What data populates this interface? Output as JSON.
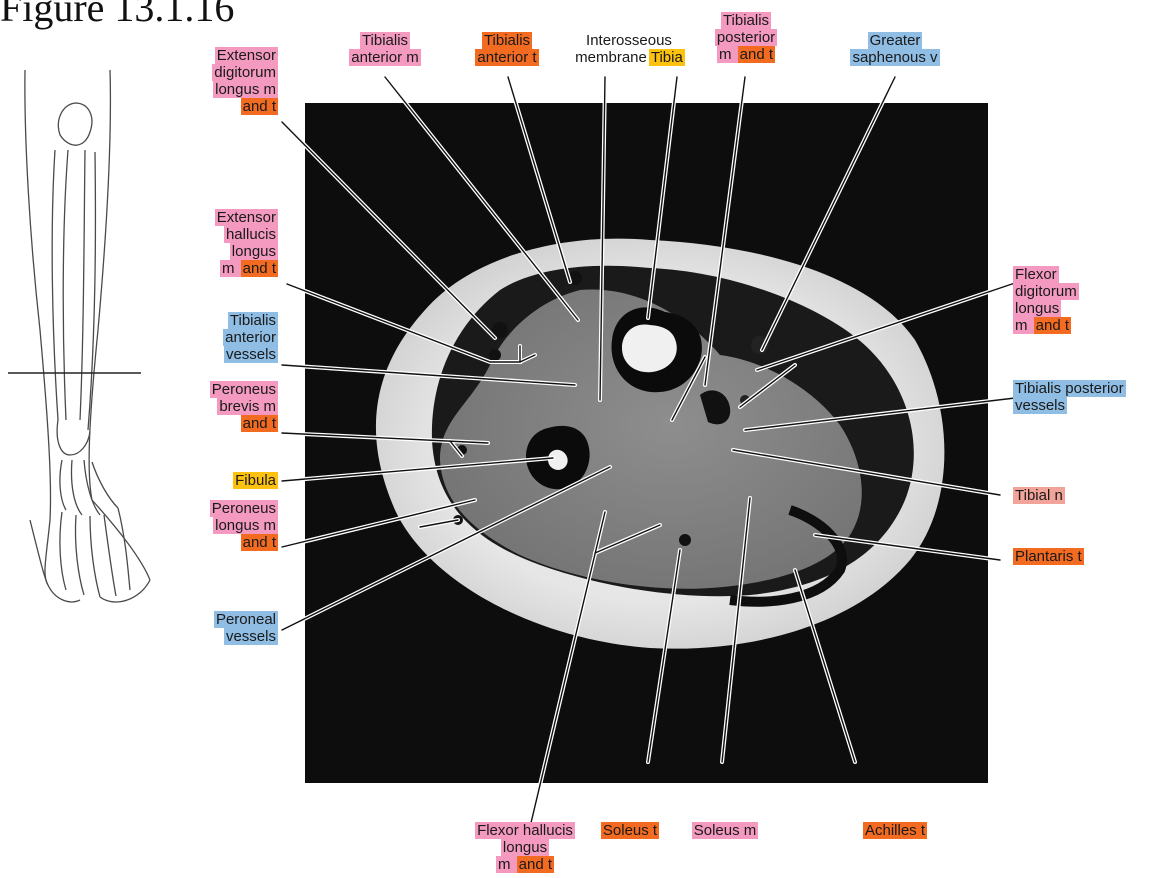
{
  "figure_title": "Figure 13.1.16",
  "legend_colors": {
    "m": "#f49ac1",
    "t": "#f26b21",
    "v": "#8fbde3",
    "b": "#fdc10f",
    "n": "#f2a39a"
  },
  "labels": {
    "edl": [
      [
        [
          "Extensor",
          "m"
        ]
      ],
      [
        [
          "digitorum",
          "m"
        ]
      ],
      [
        [
          "longus m",
          "m"
        ]
      ],
      [
        [
          "and t",
          "t"
        ]
      ]
    ],
    "ehl": [
      [
        [
          "Extensor",
          "m"
        ]
      ],
      [
        [
          "hallucis",
          "m"
        ]
      ],
      [
        [
          "longus",
          "m"
        ]
      ],
      [
        [
          "m ",
          "m"
        ],
        [
          "and t",
          "t"
        ]
      ]
    ],
    "tav": [
      [
        [
          "Tibialis",
          "v"
        ]
      ],
      [
        [
          "anterior",
          "v"
        ]
      ],
      [
        [
          "vessels",
          "v"
        ]
      ]
    ],
    "pb": [
      [
        [
          "Peroneus",
          "m"
        ]
      ],
      [
        [
          "brevis m",
          "m"
        ]
      ],
      [
        [
          "and t",
          "t"
        ]
      ]
    ],
    "fib": [
      [
        [
          "Fibula",
          "b"
        ]
      ]
    ],
    "pl": [
      [
        [
          "Peroneus",
          "m"
        ]
      ],
      [
        [
          "longus m",
          "m"
        ]
      ],
      [
        [
          "and t",
          "t"
        ]
      ]
    ],
    "pv": [
      [
        [
          "Peroneal",
          "v"
        ]
      ],
      [
        [
          "vessels",
          "v"
        ]
      ]
    ],
    "tam": [
      [
        [
          "Tibialis",
          "m"
        ]
      ],
      [
        [
          "anterior m",
          "m"
        ]
      ]
    ],
    "tat": [
      [
        [
          "Tibialis",
          "t"
        ]
      ],
      [
        [
          "anterior t",
          "t"
        ]
      ]
    ],
    "iom": [
      [
        [
          "Interosseous",
          "p"
        ]
      ],
      [
        [
          "membrane",
          "p"
        ],
        [
          "Tibia",
          "b"
        ]
      ]
    ],
    "tp": [
      [
        [
          "Tibialis",
          "m"
        ]
      ],
      [
        [
          "posterior",
          "m"
        ]
      ],
      [
        [
          "m ",
          "m"
        ],
        [
          "and t",
          "t"
        ]
      ]
    ],
    "gsv": [
      [
        [
          "Greater",
          "v"
        ]
      ],
      [
        [
          "saphenous v",
          "v"
        ]
      ]
    ],
    "fdl": [
      [
        [
          "Flexor",
          "m"
        ]
      ],
      [
        [
          "digitorum",
          "m"
        ]
      ],
      [
        [
          "longus",
          "m"
        ]
      ],
      [
        [
          "m ",
          "m"
        ],
        [
          "and t",
          "t"
        ]
      ]
    ],
    "tpv": [
      [
        [
          "Tibialis posterior",
          "v"
        ]
      ],
      [
        [
          "vessels",
          "v"
        ]
      ]
    ],
    "tn": [
      [
        [
          "Tibial n",
          "n"
        ]
      ]
    ],
    "plt": [
      [
        [
          "Plantaris t",
          "t"
        ]
      ]
    ],
    "fhl": [
      [
        [
          "Flexor hallucis",
          "m"
        ]
      ],
      [
        [
          "longus",
          "m"
        ]
      ],
      [
        [
          "m ",
          "m"
        ],
        [
          "and t",
          "t"
        ]
      ]
    ],
    "st": [
      [
        [
          "Soleus t",
          "t"
        ]
      ]
    ],
    "sm": [
      [
        [
          "Soleus m",
          "m"
        ]
      ]
    ],
    "at": [
      [
        [
          "Achilles t",
          "t"
        ]
      ]
    ]
  }
}
